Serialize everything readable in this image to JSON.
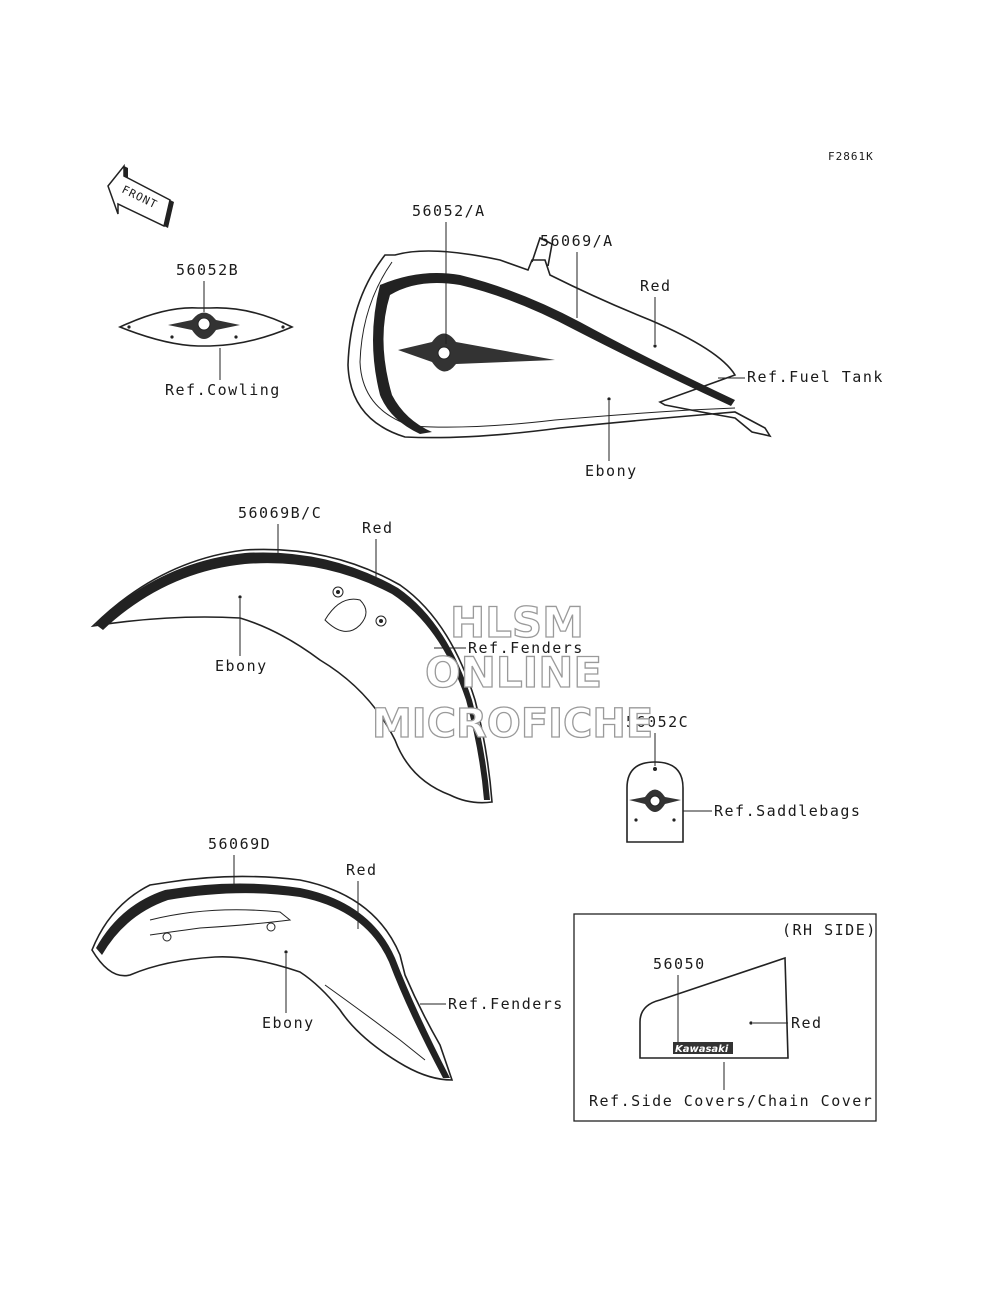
{
  "figure_code": "F2861K",
  "front_arrow": {
    "label": "FRONT",
    "icon": "front-direction-arrow-icon"
  },
  "fuel_tank": {
    "part_emblem": "56052/A",
    "part_stripe": "56069/A",
    "color_top": "Red",
    "color_body": "Ebony",
    "ref": "Ref.Fuel Tank"
  },
  "cowling": {
    "part": "56052B",
    "ref": "Ref.Cowling"
  },
  "front_fender": {
    "part": "56069B/C",
    "color_top": "Red",
    "color_body": "Ebony",
    "ref": "Ref.Fenders"
  },
  "saddlebags": {
    "part": "56052C",
    "ref": "Ref.Saddlebags"
  },
  "rear_fender": {
    "part": "56069D",
    "color_top": "Red",
    "color_body": "Ebony",
    "ref": "Ref.Fenders"
  },
  "side_cover_box": {
    "side": "(RH SIDE)",
    "part": "56050",
    "color": "Red",
    "badge_text": "Kawasaki",
    "ref": "Ref.Side Covers/Chain Cover"
  },
  "watermark": {
    "line1": "HLSM",
    "line2": "ONLINE",
    "line3": "MICROFICHE"
  }
}
